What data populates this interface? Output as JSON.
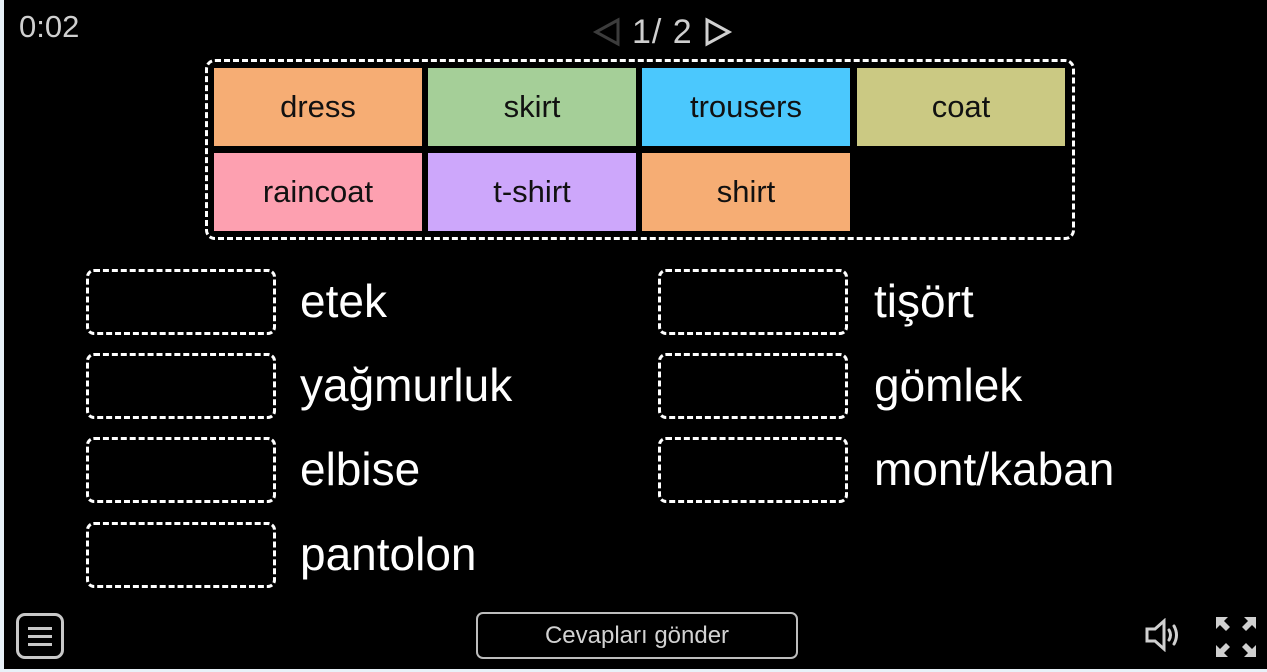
{
  "timer": "0:02",
  "pager": {
    "current": 1,
    "total": 2,
    "label": "1/ 2",
    "prev_icon": "triangle-left-icon",
    "next_icon": "triangle-right-icon"
  },
  "bank": {
    "tiles": [
      {
        "label": "dress",
        "color": "#f6ad74"
      },
      {
        "label": "skirt",
        "color": "#a5cf98"
      },
      {
        "label": "trousers",
        "color": "#4bc8fd"
      },
      {
        "label": "coat",
        "color": "#cbc983"
      },
      {
        "label": "raincoat",
        "color": "#fda0b0"
      },
      {
        "label": "t-shirt",
        "color": "#cda7fb"
      },
      {
        "label": "shirt",
        "color": "#f6ad74"
      }
    ]
  },
  "targets": {
    "left": [
      {
        "word": "etek"
      },
      {
        "word": "yağmurluk"
      },
      {
        "word": "elbise"
      },
      {
        "word": "pantolon"
      }
    ],
    "right": [
      {
        "word": "tişört"
      },
      {
        "word": "gömlek"
      },
      {
        "word": "mont/kaban"
      }
    ]
  },
  "footer": {
    "menu_icon": "hamburger-menu-icon",
    "submit_label": "Cevapları gönder",
    "sound_icon": "speaker-icon",
    "fullscreen_icon": "fullscreen-icon"
  }
}
